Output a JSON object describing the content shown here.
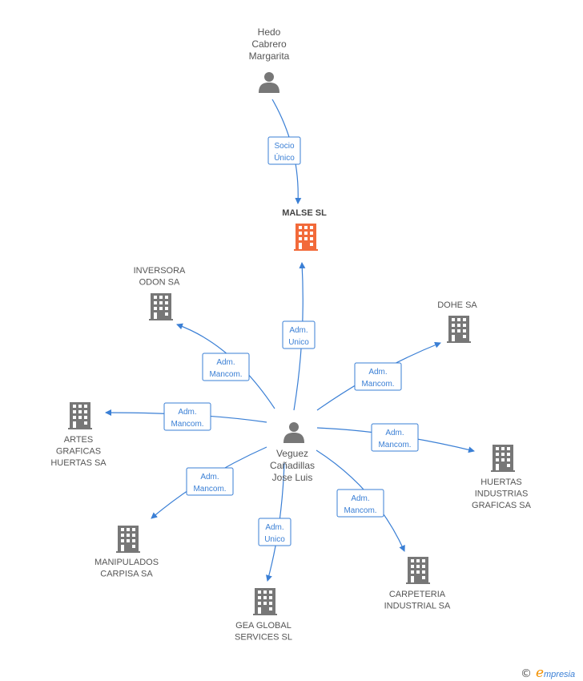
{
  "colors": {
    "edge": "#3a7fd5",
    "node": "#777777",
    "main_company": "#f26a3a",
    "brand_orange": "#f39200"
  },
  "nodes": [
    {
      "id": "hedo",
      "type": "person",
      "lines": [
        "Hedo",
        "Cabrero",
        "Margarita"
      ]
    },
    {
      "id": "malse",
      "type": "company",
      "main": true,
      "lines": [
        "MALSE SL"
      ]
    },
    {
      "id": "veguez",
      "type": "person",
      "lines": [
        "Veguez",
        "Cañadillas",
        "Jose Luis"
      ]
    },
    {
      "id": "inversora",
      "type": "company",
      "lines": [
        "INVERSORA",
        "ODON SA"
      ]
    },
    {
      "id": "dohe",
      "type": "company",
      "lines": [
        "DOHE SA"
      ]
    },
    {
      "id": "artes",
      "type": "company",
      "lines": [
        "ARTES",
        "GRAFICAS",
        "HUERTAS SA"
      ]
    },
    {
      "id": "huertas",
      "type": "company",
      "lines": [
        "HUERTAS",
        "INDUSTRIAS",
        "GRAFICAS SA"
      ]
    },
    {
      "id": "manipulados",
      "type": "company",
      "lines": [
        "MANIPULADOS",
        "CARPISA SA"
      ]
    },
    {
      "id": "gea",
      "type": "company",
      "lines": [
        "GEA GLOBAL",
        "SERVICES  SL"
      ]
    },
    {
      "id": "carpeteria",
      "type": "company",
      "lines": [
        "CARPETERIA",
        "INDUSTRIAL SA"
      ]
    }
  ],
  "edges": [
    {
      "from": "hedo",
      "to": "malse",
      "label": [
        "Socio",
        "Único"
      ]
    },
    {
      "from": "veguez",
      "to": "malse",
      "label": [
        "Adm.",
        "Unico"
      ]
    },
    {
      "from": "veguez",
      "to": "inversora",
      "label": [
        "Adm.",
        "Mancom."
      ]
    },
    {
      "from": "veguez",
      "to": "dohe",
      "label": [
        "Adm.",
        "Mancom."
      ]
    },
    {
      "from": "veguez",
      "to": "artes",
      "label": [
        "Adm.",
        "Mancom."
      ]
    },
    {
      "from": "veguez",
      "to": "huertas",
      "label": [
        "Adm.",
        "Mancom."
      ]
    },
    {
      "from": "veguez",
      "to": "manipulados",
      "label": [
        "Adm.",
        "Mancom."
      ]
    },
    {
      "from": "veguez",
      "to": "carpeteria",
      "label": [
        "Adm.",
        "Mancom."
      ]
    },
    {
      "from": "veguez",
      "to": "gea",
      "label": [
        "Adm.",
        "Unico"
      ]
    }
  ],
  "footer": {
    "copyright": "©",
    "brand_initial": "e",
    "brand_rest": "mpresia"
  }
}
